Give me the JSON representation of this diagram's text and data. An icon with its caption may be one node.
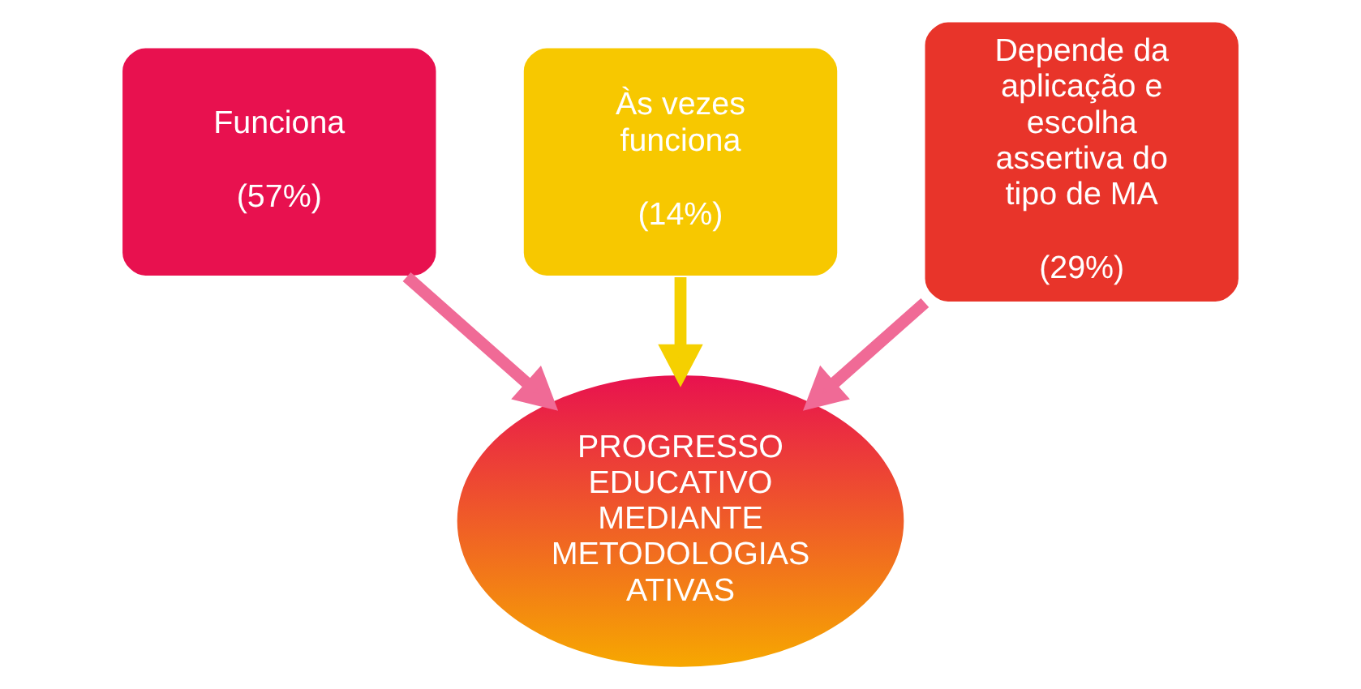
{
  "diagram": {
    "nodes": [
      {
        "text": [
          "Funciona",
          "(57%)"
        ]
      },
      {
        "text": [
          "Às vezes funciona",
          "(14%)"
        ]
      },
      {
        "text": [
          "Depende da aplicação e escolha assertiva do tipo de MA",
          "(29%)"
        ]
      },
      {
        "text": [
          "PROGRESSO EDUCATIVO MEDIANTE METODOLOGIAS ATIVAS"
        ]
      }
    ],
    "edges": [
      {
        "from": 0,
        "to": 3,
        "arrow": "to"
      },
      {
        "from": 1,
        "to": 3,
        "arrow": "to",
        "color": "#f5d000"
      },
      {
        "from": 2,
        "to": 3,
        "arrow": "to"
      }
    ]
  }
}
